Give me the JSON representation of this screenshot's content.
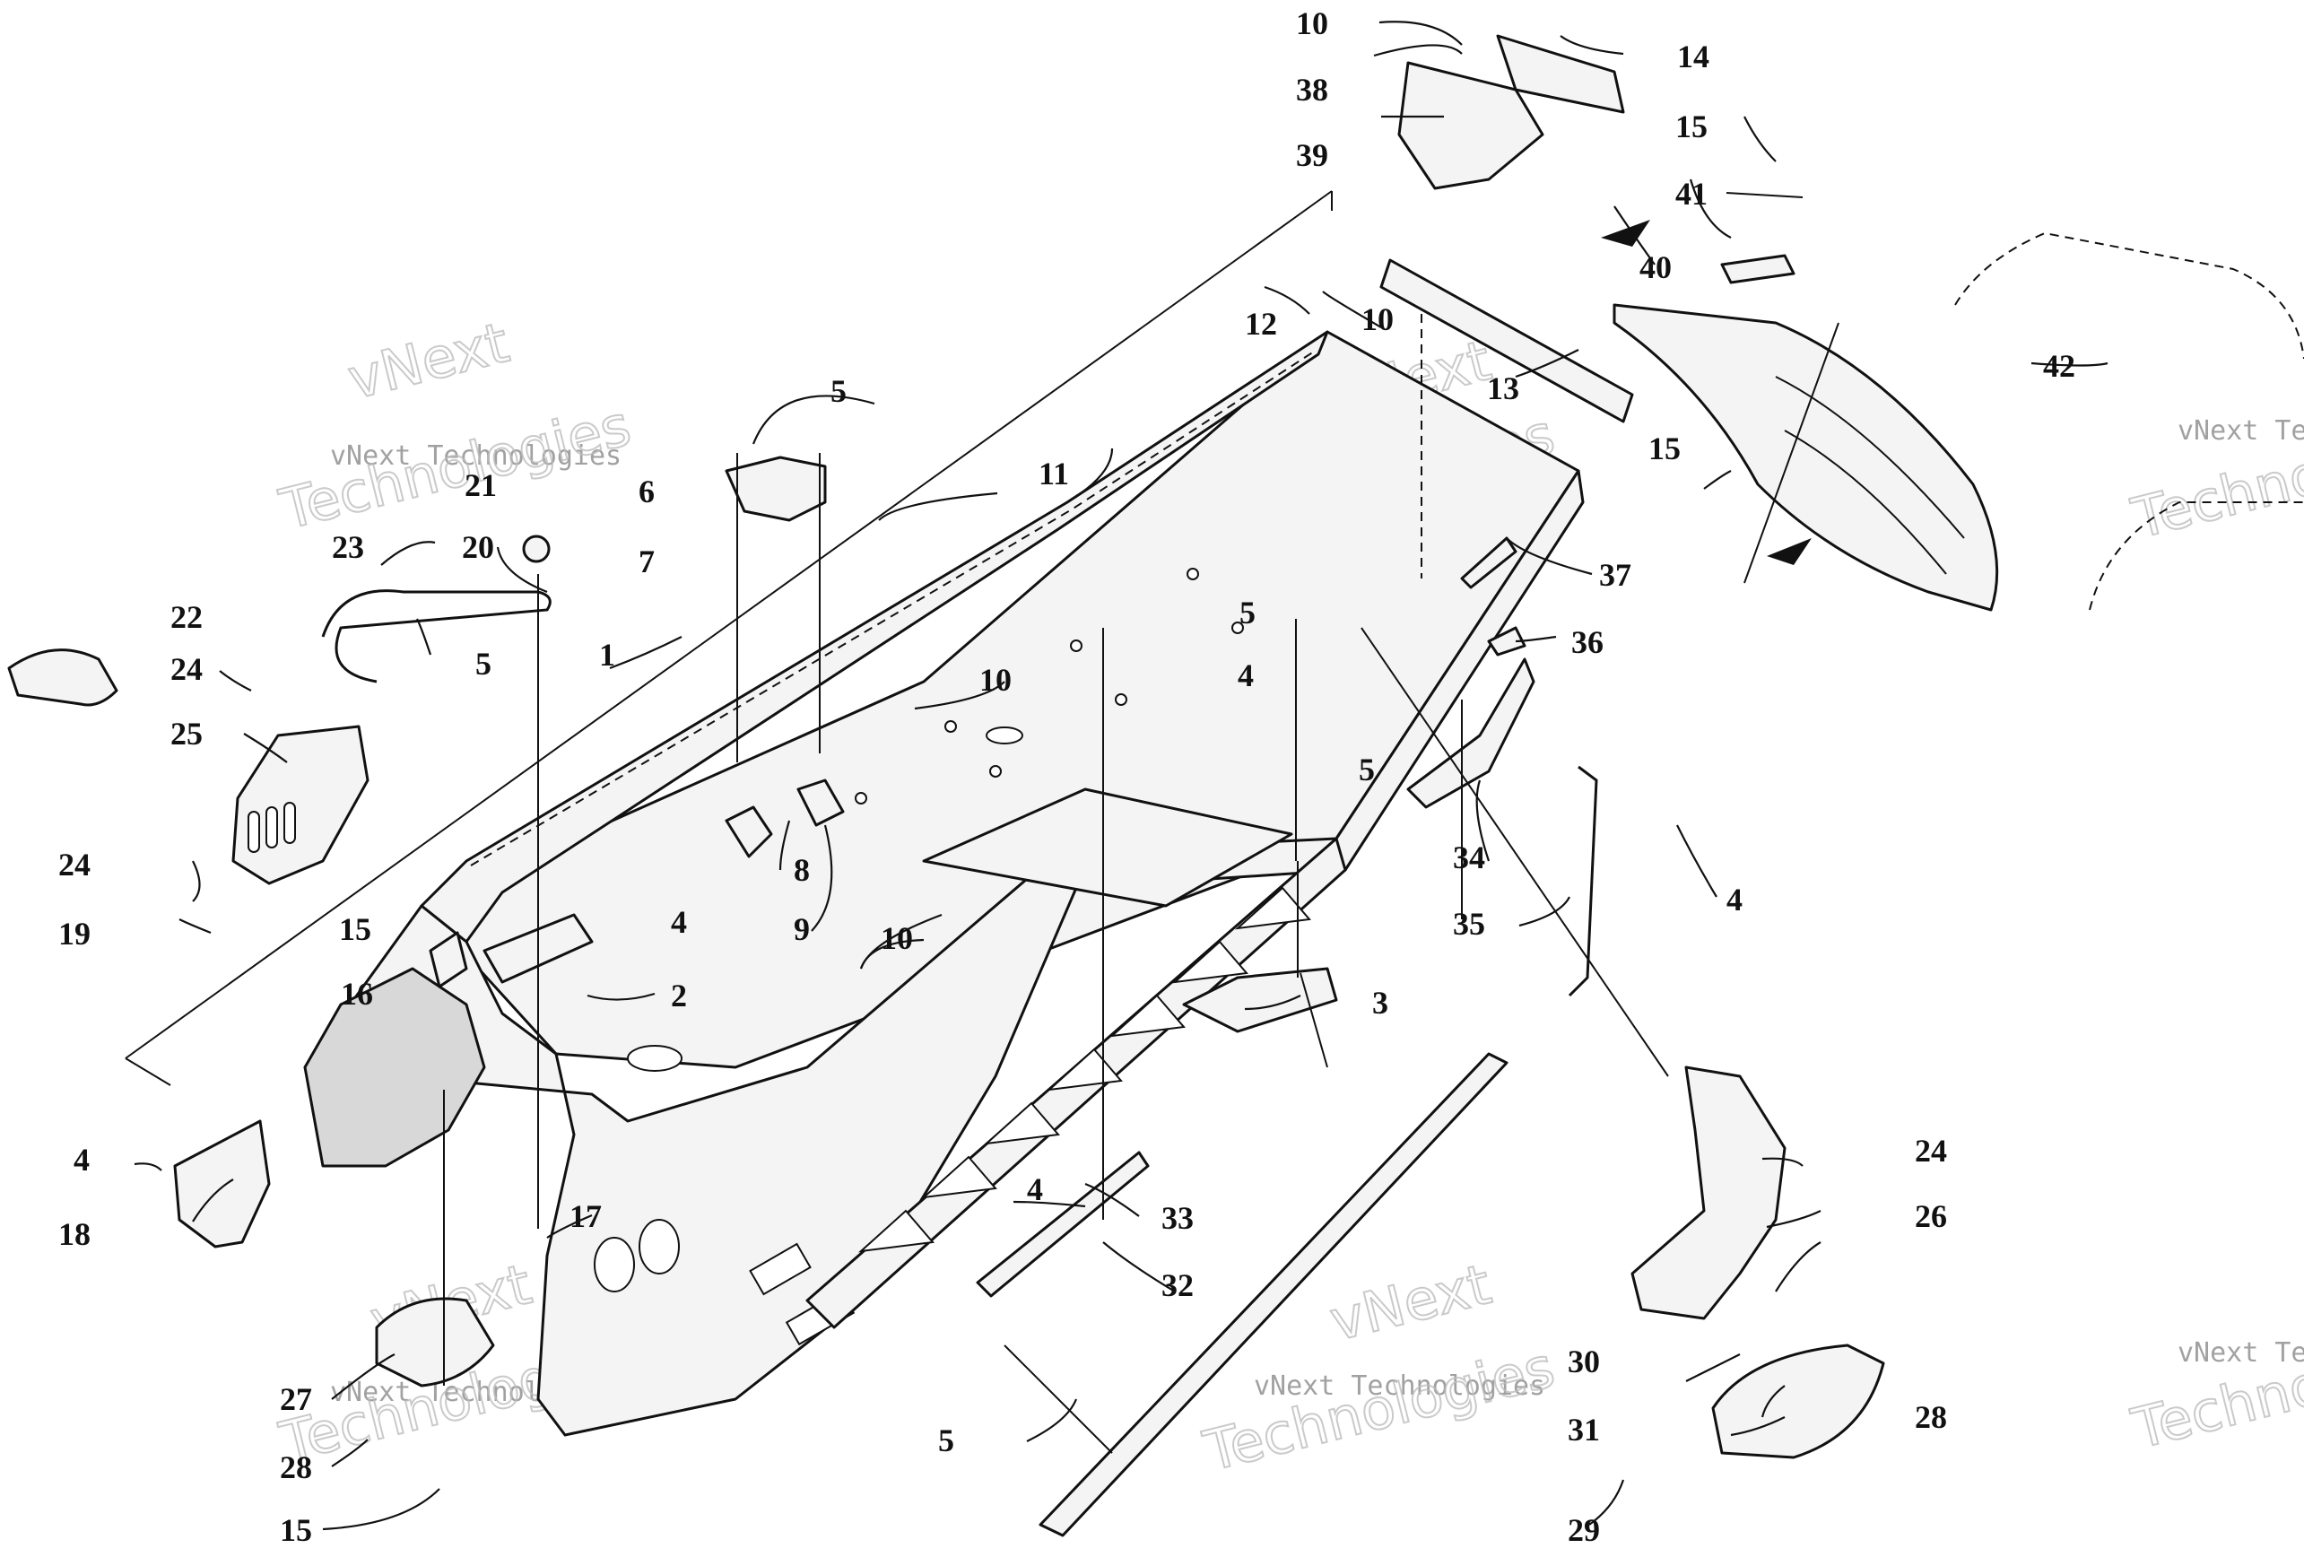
{
  "watermarks": {
    "company_line": "vNext Technologies",
    "word_top": "vNext",
    "word_bottom": "Technologies",
    "edge_top": "vNext Te",
    "edge_bottom": "Techno"
  },
  "callouts": [
    {
      "id": "c1",
      "label": "1"
    },
    {
      "id": "c2",
      "label": "2"
    },
    {
      "id": "c3",
      "label": "3"
    },
    {
      "id": "c4a",
      "label": "4"
    },
    {
      "id": "c4b",
      "label": "4"
    },
    {
      "id": "c4c",
      "label": "4"
    },
    {
      "id": "c4d",
      "label": "4"
    },
    {
      "id": "c4e",
      "label": "4"
    },
    {
      "id": "c5a",
      "label": "5"
    },
    {
      "id": "c5b",
      "label": "5"
    },
    {
      "id": "c5c",
      "label": "5"
    },
    {
      "id": "c5d",
      "label": "5"
    },
    {
      "id": "c5e",
      "label": "5"
    },
    {
      "id": "c6",
      "label": "6"
    },
    {
      "id": "c7",
      "label": "7"
    },
    {
      "id": "c8",
      "label": "8"
    },
    {
      "id": "c9",
      "label": "9"
    },
    {
      "id": "c10a",
      "label": "10"
    },
    {
      "id": "c10b",
      "label": "10"
    },
    {
      "id": "c10c",
      "label": "10"
    },
    {
      "id": "c10d",
      "label": "10"
    },
    {
      "id": "c11",
      "label": "11"
    },
    {
      "id": "c12",
      "label": "12"
    },
    {
      "id": "c13",
      "label": "13"
    },
    {
      "id": "c14",
      "label": "14"
    },
    {
      "id": "c15a",
      "label": "15"
    },
    {
      "id": "c15b",
      "label": "15"
    },
    {
      "id": "c15c",
      "label": "15"
    },
    {
      "id": "c15d",
      "label": "15"
    },
    {
      "id": "c16",
      "label": "16"
    },
    {
      "id": "c17",
      "label": "17"
    },
    {
      "id": "c18",
      "label": "18"
    },
    {
      "id": "c19",
      "label": "19"
    },
    {
      "id": "c20",
      "label": "20"
    },
    {
      "id": "c21",
      "label": "21"
    },
    {
      "id": "c22",
      "label": "22"
    },
    {
      "id": "c23",
      "label": "23"
    },
    {
      "id": "c24a",
      "label": "24"
    },
    {
      "id": "c24b",
      "label": "24"
    },
    {
      "id": "c24c",
      "label": "24"
    },
    {
      "id": "c25",
      "label": "25"
    },
    {
      "id": "c26",
      "label": "26"
    },
    {
      "id": "c27",
      "label": "27"
    },
    {
      "id": "c28a",
      "label": "28"
    },
    {
      "id": "c28b",
      "label": "28"
    },
    {
      "id": "c29",
      "label": "29"
    },
    {
      "id": "c30",
      "label": "30"
    },
    {
      "id": "c31",
      "label": "31"
    },
    {
      "id": "c32",
      "label": "32"
    },
    {
      "id": "c33",
      "label": "33"
    },
    {
      "id": "c34",
      "label": "34"
    },
    {
      "id": "c35",
      "label": "35"
    },
    {
      "id": "c36",
      "label": "36"
    },
    {
      "id": "c37",
      "label": "37"
    },
    {
      "id": "c38",
      "label": "38"
    },
    {
      "id": "c39",
      "label": "39"
    },
    {
      "id": "c40",
      "label": "40"
    },
    {
      "id": "c41",
      "label": "41"
    },
    {
      "id": "c42",
      "label": "42"
    }
  ]
}
